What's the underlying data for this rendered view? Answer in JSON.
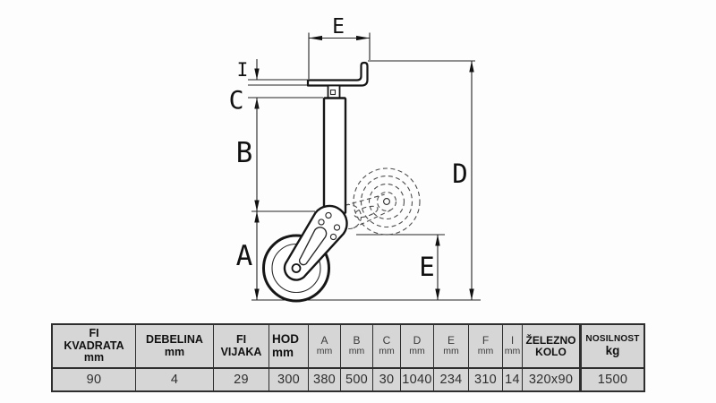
{
  "drawing": {
    "labels": {
      "e_top": "E",
      "i": "I",
      "c": "C",
      "b": "B",
      "a": "A",
      "d": "D",
      "e_side": "E"
    }
  },
  "table": {
    "columns": [
      {
        "lines": [
          "FI",
          "KVADRATA",
          "mm"
        ],
        "value": "90"
      },
      {
        "lines": [
          "DEBELINA",
          "mm"
        ],
        "value": "4"
      },
      {
        "lines": [
          "FI",
          "VIJAKA"
        ],
        "value": "29"
      },
      {
        "lines": [
          "HOD",
          "mm"
        ],
        "value": "300"
      },
      {
        "lines": [
          "A",
          "mm"
        ],
        "value": "380"
      },
      {
        "lines": [
          "B",
          "mm"
        ],
        "value": "500"
      },
      {
        "lines": [
          "C",
          "mm"
        ],
        "value": "30"
      },
      {
        "lines": [
          "D",
          "mm"
        ],
        "value": "1040"
      },
      {
        "lines": [
          "E",
          "mm"
        ],
        "value": "234"
      },
      {
        "lines": [
          "F",
          "mm"
        ],
        "value": "310"
      },
      {
        "lines": [
          "I",
          "mm"
        ],
        "value": "14"
      },
      {
        "lines": [
          "ŽELEZNO",
          "KOLO"
        ],
        "value": "320x90"
      },
      {
        "lines": [
          "NOSILNOST",
          "kg"
        ],
        "value": "1500"
      }
    ]
  }
}
